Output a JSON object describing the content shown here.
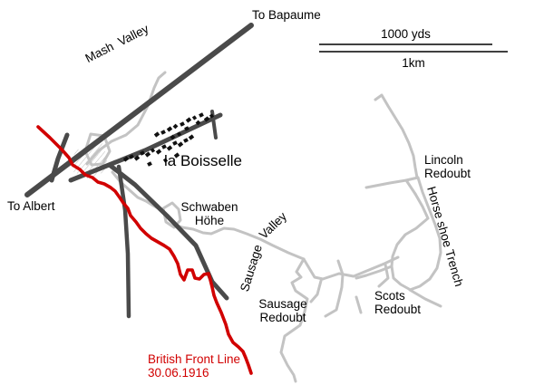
{
  "labels": {
    "to_bapaume": "To Bapaume",
    "to_albert": "To Albert",
    "mash_valley": "Mash  Valley",
    "la_boisselle": "la Boisselle",
    "schwaben_1": "Schwaben",
    "schwaben_2": "Höhe",
    "sausage_valley_1": "Sausage",
    "sausage_valley_2": "Valley",
    "sausage_redoubt_1": "Sausage",
    "sausage_redoubt_2": "Redoubt",
    "scots_redoubt_1": "Scots",
    "scots_redoubt_2": "Redoubt",
    "lincoln_redoubt_1": "Lincoln",
    "lincoln_redoubt_2": "Redoubt",
    "horseshoe_trench": "Horse shoe Trench",
    "front_line_1": "British Front Line",
    "front_line_2": "30.06.1916"
  },
  "scale_bar": {
    "yds": "1000 yds",
    "km": "1km"
  },
  "colors": {
    "front-line": "#d10000",
    "road": "#4a4a4a",
    "trench": "#c3c3c3",
    "building": "#111111",
    "label": "#000000",
    "scale": "#000000"
  }
}
